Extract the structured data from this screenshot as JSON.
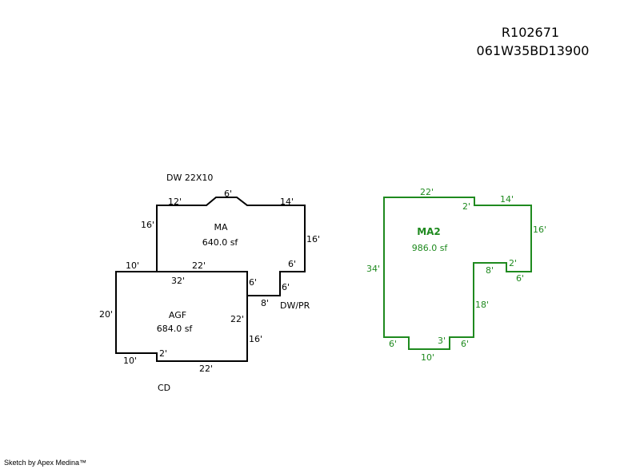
{
  "header": {
    "record_id": "R102671",
    "parcel_number": "061W35BD13900"
  },
  "footer": {
    "credit": "Sketch by Apex Medina™"
  },
  "colors": {
    "main_outline": "#000000",
    "ma2_outline": "#1f8a1f"
  },
  "sketch": {
    "annotations": {
      "dw": "DW 22X10",
      "dwpr": "DW/PR",
      "cd": "CD"
    },
    "areas": [
      {
        "name": "MA",
        "area": "640.0 sf"
      },
      {
        "name": "AGF",
        "area": "684.0 sf"
      },
      {
        "name": "MA2",
        "area": "986.0 sf"
      }
    ],
    "dimensions_main": [
      "12'",
      "6'",
      "14'",
      "16'",
      "16'",
      "6'",
      "6'",
      "8'",
      "10'",
      "22'",
      "32'",
      "6'",
      "20'",
      "22'",
      "16'",
      "2'",
      "10'",
      "22'"
    ],
    "dimensions_ma2": [
      "22'",
      "2'",
      "14'",
      "16'",
      "2'",
      "6'",
      "8'",
      "18'",
      "34'",
      "6'",
      "3'",
      "6'",
      "10'"
    ]
  }
}
